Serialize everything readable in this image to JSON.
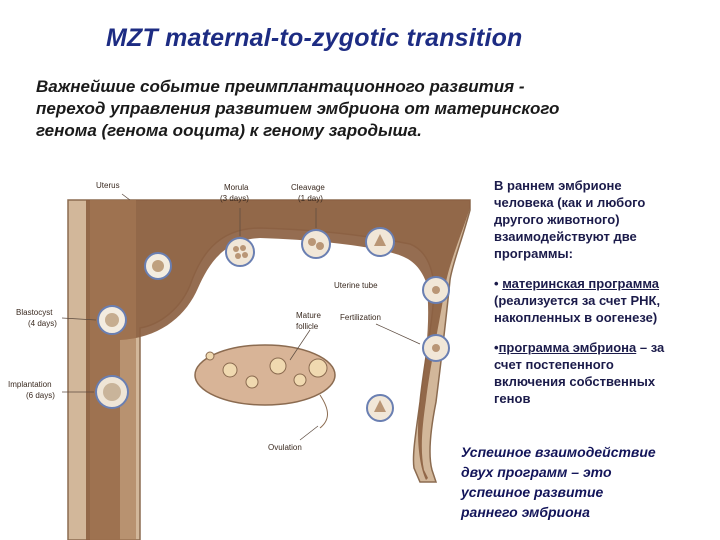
{
  "title": "MZT maternal-to-zygotic transition",
  "intro": {
    "line1": "Важнейшие событие преимплантационного развития -",
    "line2": "переход управления развитием эмбриона от материнского",
    "line3": "генома (генома ооцита) к геному зародыша."
  },
  "figure": {
    "labels": {
      "uterus": "Uterus",
      "morula_1": "Morula",
      "morula_2": "(3 days)",
      "cleavage_1": "Cleavage",
      "cleavage_2": "(1 day)",
      "uterine_tube": "Uterine tube",
      "blastocyst_1": "Blastocyst",
      "blastocyst_2": "(4 days)",
      "implantation_1": "Implantation",
      "implantation_2": "(6 days)",
      "mature_1": "Mature",
      "mature_2": "follicle",
      "fertilization": "Fertilization",
      "ovulation": "Ovulation"
    }
  },
  "side": {
    "intro_1": "В раннем эмбрионе",
    "intro_2": "человека (как и любого",
    "intro_3": "другого животного)",
    "intro_4": "взаимодействуют две",
    "intro_5": "программы:",
    "bullet1_link": "материнская программа",
    "bullet1_rest_1": "(реализуется за счет РНК,",
    "bullet1_rest_2": "накопленных в оогенезе)",
    "bullet2_link": "программа эмбриона",
    "bullet2_dash": " – за",
    "bullet2_rest_1": "счет постепенного",
    "bullet2_rest_2": "включения собственных",
    "bullet2_rest_3": "генов"
  },
  "conclusion": {
    "line1": "Успешное взаимодействие",
    "line2": "двух программ – это",
    "line3": "успешное развитие",
    "line4": "раннего эмбриона"
  }
}
